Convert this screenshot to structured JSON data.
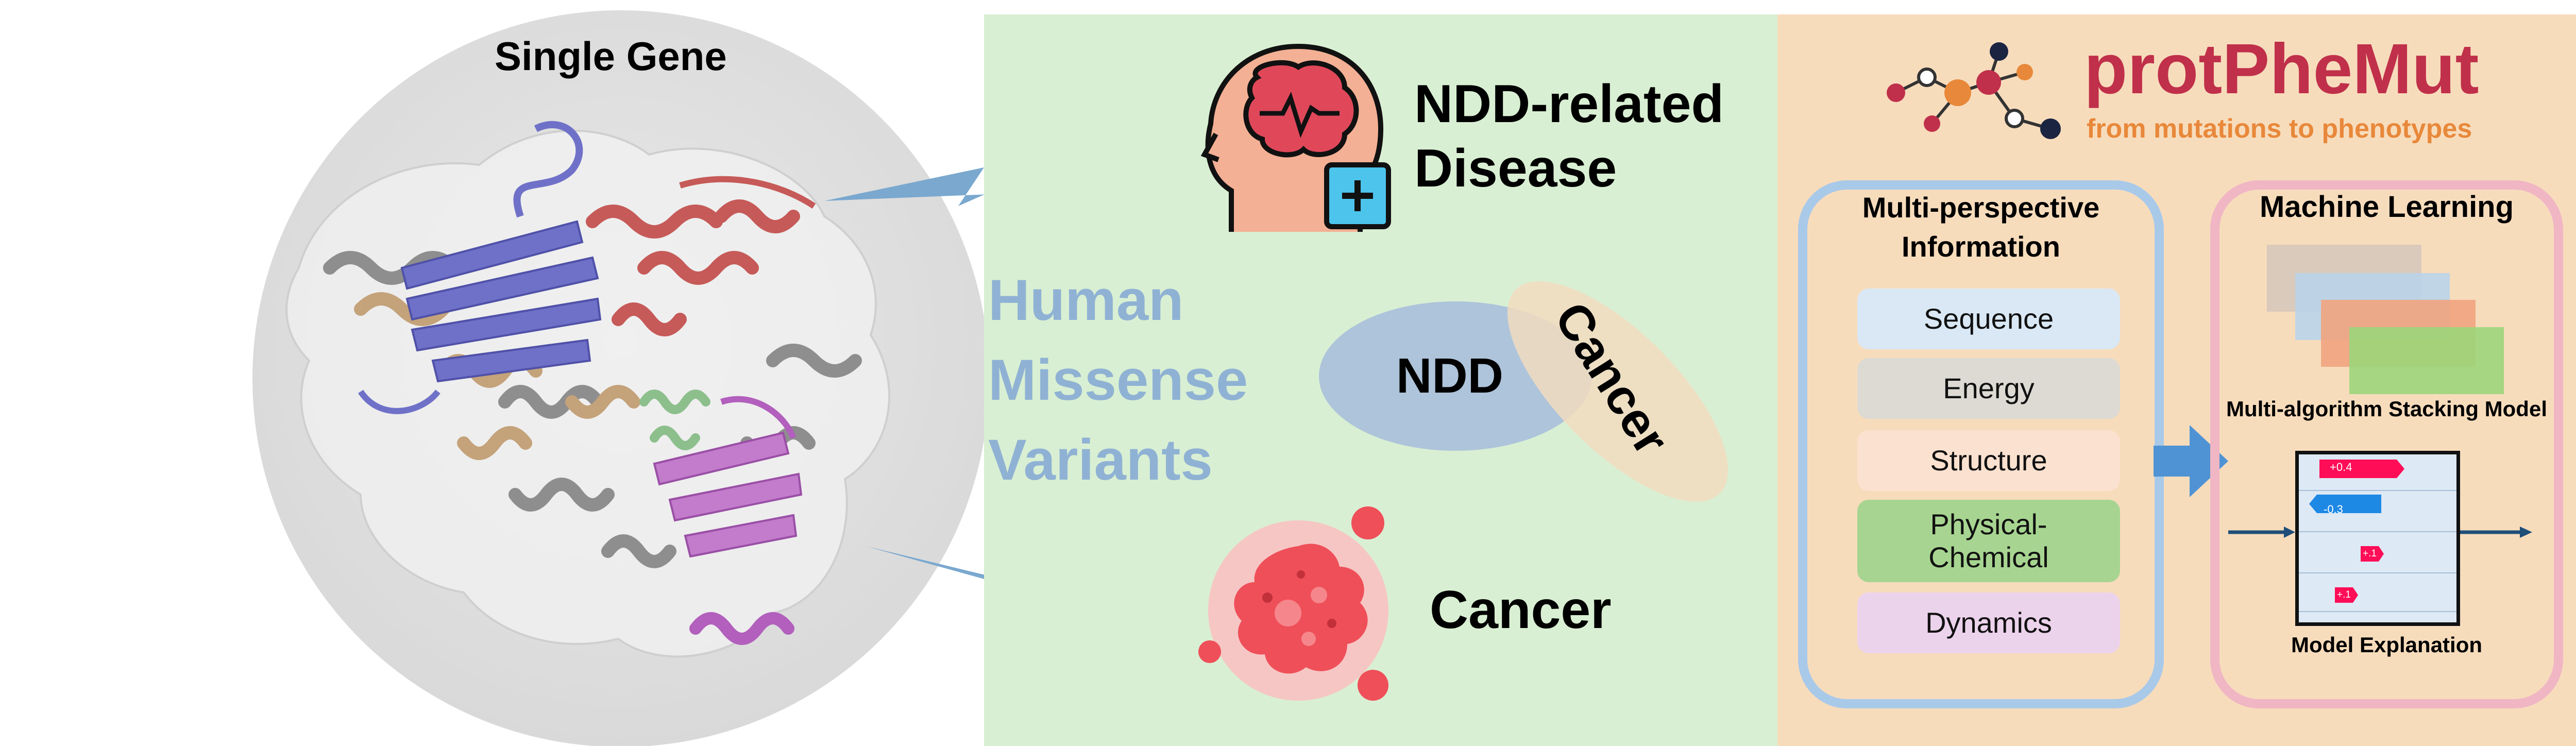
{
  "left": {
    "title": "Single Gene"
  },
  "middle": {
    "variants_label": [
      "Human",
      "Missense",
      "Variants"
    ],
    "ndd_disease": [
      "NDD-related",
      "Disease"
    ],
    "ndd_oval": "NDD",
    "cancer_oval": "Cancer",
    "cancer_label": "Cancer"
  },
  "right": {
    "brand": "protPheMut",
    "tagline": "from mutations to phenotypes",
    "info_box": {
      "title": [
        "Multi-perspective",
        "Information"
      ],
      "items": [
        {
          "label": "Sequence",
          "color": "#dae8f5"
        },
        {
          "label": "Energy",
          "color": "#dcdad3"
        },
        {
          "label": "Structure",
          "color": "#fbe1cf"
        },
        {
          "label": "Physical-\nChemical",
          "color": "#a7d591"
        },
        {
          "label": "Dynamics",
          "color": "#ecd3ec"
        }
      ]
    },
    "ml_box": {
      "title": "Machine Learning",
      "stack_label": "Multi-algorithm Stacking Model",
      "shap_values": [
        "+0.4",
        "-0.3",
        "+.1",
        "+.1"
      ],
      "explain_label": "Model Explanation"
    }
  },
  "colors": {
    "green_panel": "#d9efd3",
    "orange_panel": "#f7dcbc",
    "variants_text": "#8fb2d4",
    "brand_red": "#c0304a",
    "tagline_orange": "#e8883a",
    "info_border": "#a9c9e9",
    "ml_border": "#f0b6c4",
    "bolt": "#7aa8cf"
  }
}
